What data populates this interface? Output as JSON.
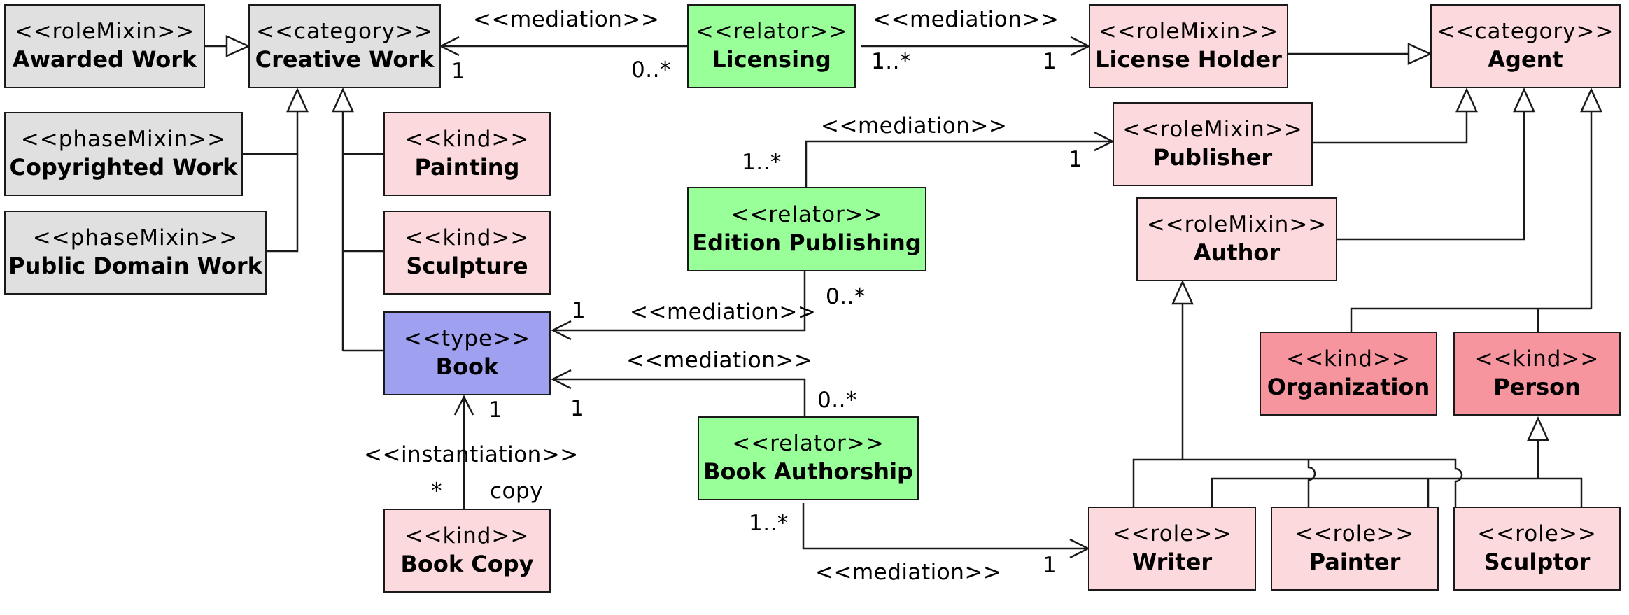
{
  "palette": {
    "mixin_gray": "#e0e0e0",
    "kind_pink": "#fcd9dc",
    "kind_strong_pink": "#f7959f",
    "relator_green": "#99ff99",
    "type_blue": "#a0a0f0",
    "line": "#1a1a1a"
  },
  "classes": {
    "awarded_work": {
      "stereotype": "<<roleMixin>>",
      "name": "Awarded Work"
    },
    "creative_work": {
      "stereotype": "<<category>>",
      "name": "Creative Work"
    },
    "copyrighted_work": {
      "stereotype": "<<phaseMixin>>",
      "name": "Copyrighted Work"
    },
    "public_domain_work": {
      "stereotype": "<<phaseMixin>>",
      "name": "Public Domain Work"
    },
    "painting": {
      "stereotype": "<<kind>>",
      "name": "Painting"
    },
    "sculpture": {
      "stereotype": "<<kind>>",
      "name": "Sculpture"
    },
    "book": {
      "stereotype": "<<type>>",
      "name": "Book"
    },
    "book_copy": {
      "stereotype": "<<kind>>",
      "name": "Book Copy"
    },
    "licensing": {
      "stereotype": "<<relator>>",
      "name": "Licensing"
    },
    "edition_publishing": {
      "stereotype": "<<relator>>",
      "name": "Edition Publishing"
    },
    "book_authorship": {
      "stereotype": "<<relator>>",
      "name": "Book Authorship"
    },
    "license_holder": {
      "stereotype": "<<roleMixin>>",
      "name": "License Holder"
    },
    "publisher": {
      "stereotype": "<<roleMixin>>",
      "name": "Publisher"
    },
    "author": {
      "stereotype": "<<roleMixin>>",
      "name": "Author"
    },
    "agent": {
      "stereotype": "<<category>>",
      "name": "Agent"
    },
    "organization": {
      "stereotype": "<<kind>>",
      "name": "Organization"
    },
    "person": {
      "stereotype": "<<kind>>",
      "name": "Person"
    },
    "writer": {
      "stereotype": "<<role>>",
      "name": "Writer"
    },
    "painter": {
      "stereotype": "<<role>>",
      "name": "Painter"
    },
    "sculptor": {
      "stereotype": "<<role>>",
      "name": "Sculptor"
    }
  },
  "labels": {
    "mediation_licensing_creative": "<<mediation>>",
    "mult_creative_work_1": "1",
    "mult_licensing_0n": "0..*",
    "mediation_licensing_holder": "<<mediation>>",
    "mult_licensing_1n": "1..*",
    "mult_holder_1": "1",
    "mediation_edition_publisher": "<<mediation>>",
    "mult_edition_1n": "1..*",
    "mult_publisher_1": "1",
    "mediation_edition_book": "<<mediation>>",
    "mult_book_edition_1": "1",
    "mult_edition_0n": "0..*",
    "mediation_authorship_book": "<<mediation>>",
    "mult_book_authorship_1": "1",
    "mult_authorship_0n": "0..*",
    "mult_book_instantiation_1": "1",
    "instantiation": "<<instantiation>>",
    "mult_copy_star": "*",
    "role_copy": "copy",
    "mult_authorship_1n": "1..*",
    "mediation_authorship_writer": "<<mediation>>",
    "mult_writer_1": "1"
  }
}
